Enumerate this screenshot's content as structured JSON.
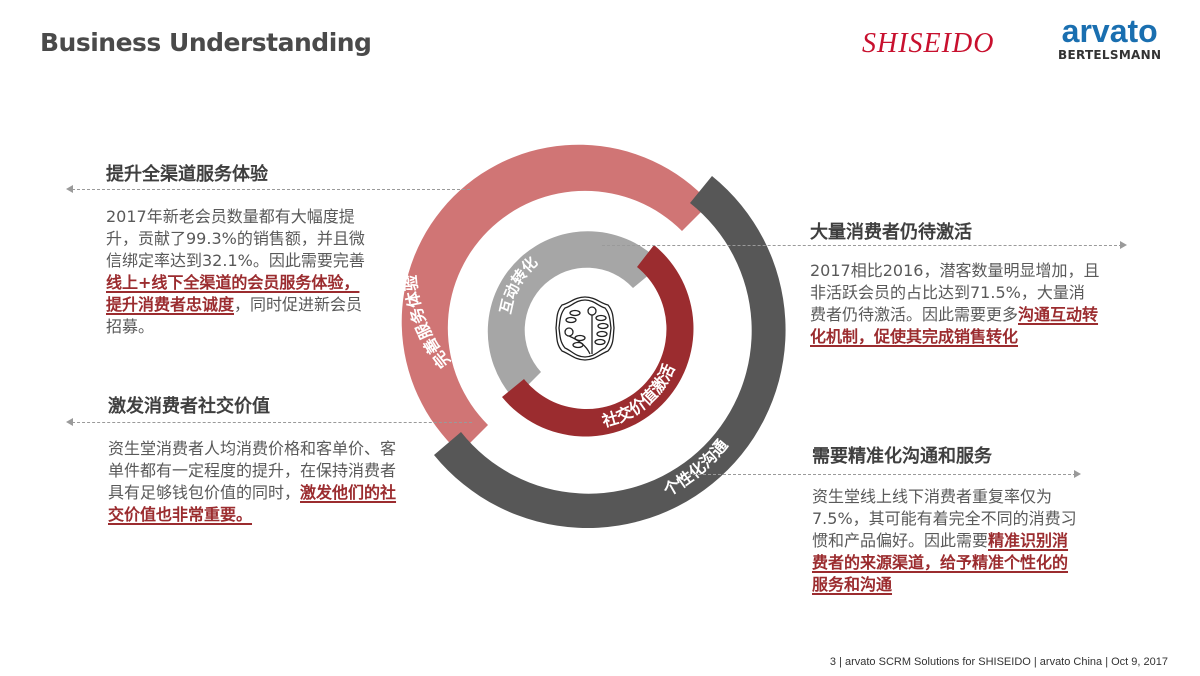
{
  "header": {
    "title": "Business Understanding",
    "logo_left": "SHISEIDO",
    "logo_right_main": "arvato",
    "logo_right_sub": "BERTELSMANN"
  },
  "colors": {
    "pink": "#d07575",
    "dark_red": "#9b2c2f",
    "light_grey": "#a6a6a6",
    "dark_grey": "#575757",
    "emphasis": "#9b2c2f"
  },
  "diagram": {
    "center_icon": "shiseido-camellia-logo-icon",
    "rings": [
      {
        "label": "完善服务体验",
        "color": "pink"
      },
      {
        "label": "互动转化",
        "color": "light_grey"
      },
      {
        "label": "社交价值激活",
        "color": "dark_red"
      },
      {
        "label": "个性化沟通",
        "color": "dark_grey"
      }
    ]
  },
  "blocks": {
    "top_left": {
      "heading": "提升全渠道服务体验",
      "text_before": "2017年新老会员数量都有大幅度提升，贡献了99.3%的销售额，并且微信绑定率达到32.1%。因此需要完善",
      "emphasis": "线上+线下全渠道的会员服务体验，提升消费者忠诚度",
      "text_after": "，同时促进新会员招募。"
    },
    "bottom_left": {
      "heading": "激发消费者社交价值",
      "text_before": "资生堂消费者人均消费价格和客单价、客单件都有一定程度的提升，在保持消费者具有足够钱包价值的同时，",
      "emphasis": "激发他们的社交价值也非常重要。",
      "text_after": ""
    },
    "top_right": {
      "heading": "大量消费者仍待激活",
      "text_before": "2017相比2016，潜客数量明显增加，且非活跃会员的占比达到71.5%，大量消费者仍待激活。因此需要更多",
      "emphasis": "沟通互动转化机制，促使其完成销售转化",
      "text_after": ""
    },
    "bottom_right": {
      "heading": "需要精准化沟通和服务",
      "text_before": "资生堂线上线下消费者重复率仅为7.5%，其可能有着完全不同的消费习惯和产品偏好。因此需要",
      "emphasis": "精准识别消费者的来源渠道，给予精准个性化的服务和沟通",
      "text_after": ""
    }
  },
  "footer": {
    "text": "3 | arvato SCRM Solutions for SHISEIDO  | arvato China | Oct 9, 2017"
  }
}
